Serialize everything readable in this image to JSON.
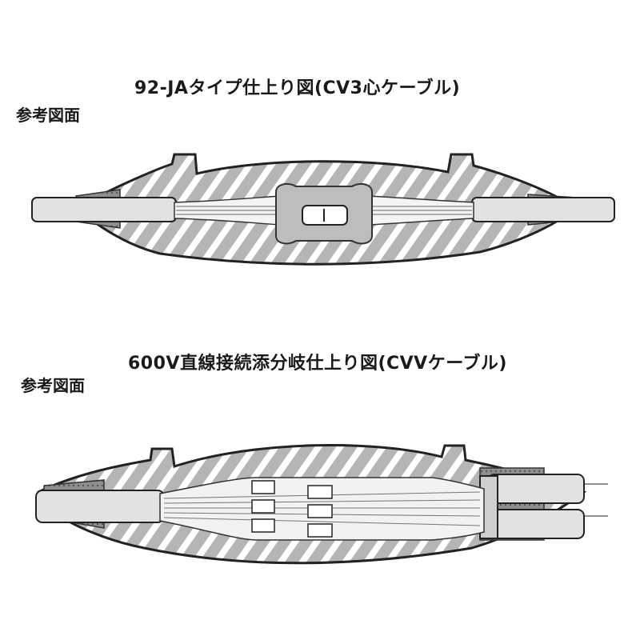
{
  "figure1": {
    "title": "92-JAタイプ仕上り図(CV3心ケーブル)",
    "reference": "参考図面"
  },
  "figure2": {
    "title": "600V直線接続添分岐仕上り図(CVVケーブル)",
    "reference": "参考図面"
  },
  "colors": {
    "ink": "#222222",
    "shell": "#9a9a9a",
    "shell_light": "#c8c8c8",
    "cable": "#e2e2e2"
  }
}
